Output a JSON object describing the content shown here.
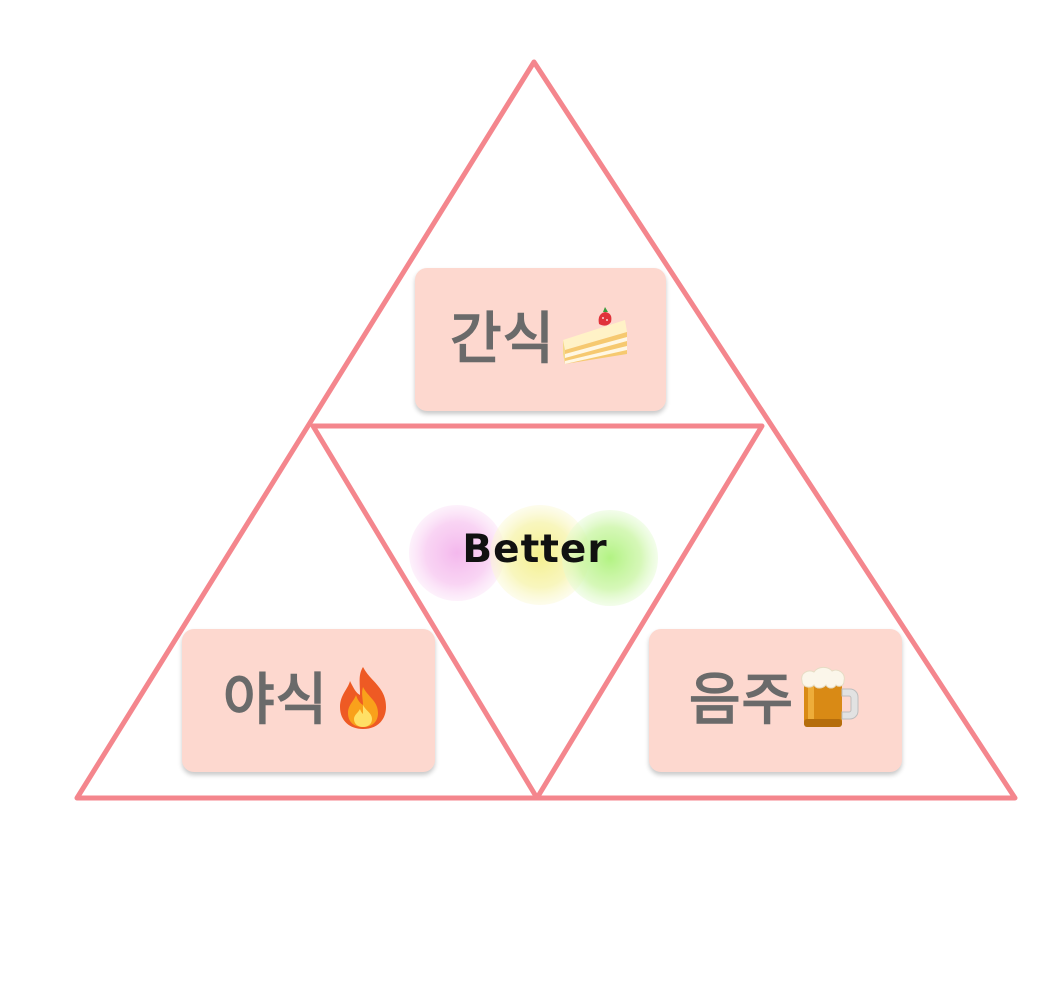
{
  "diagram": {
    "stroke_color": "#f4868d",
    "card_color": "#fdd8cf",
    "text_color": "#6a6a6a"
  },
  "cards": {
    "top": {
      "label": "간식",
      "icon": "cake-slice-icon"
    },
    "bottom_left": {
      "label": "야식",
      "icon": "fire-icon"
    },
    "bottom_right": {
      "label": "음주",
      "icon": "beer-mug-icon"
    }
  },
  "logo": {
    "text": "Better",
    "circle_colors": [
      "#f7c6f0",
      "#f6f3a8",
      "#c8f5a0"
    ]
  }
}
